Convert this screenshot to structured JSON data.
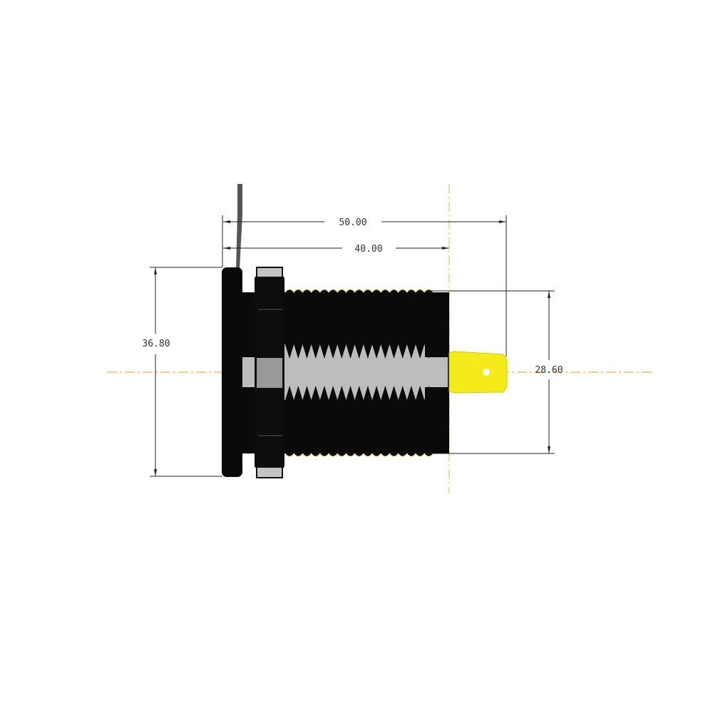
{
  "drawing": {
    "dimensions": {
      "overall_length": "50.00",
      "body_length": "40.00",
      "flange_diameter": "36.80",
      "thread_diameter": "28.60"
    },
    "colors": {
      "body": "#0a0a0a",
      "highlight": "#bdbdbd",
      "terminal": "#f5ea1a",
      "centerline": "#f0b030",
      "dimension_line": "#222222"
    }
  }
}
